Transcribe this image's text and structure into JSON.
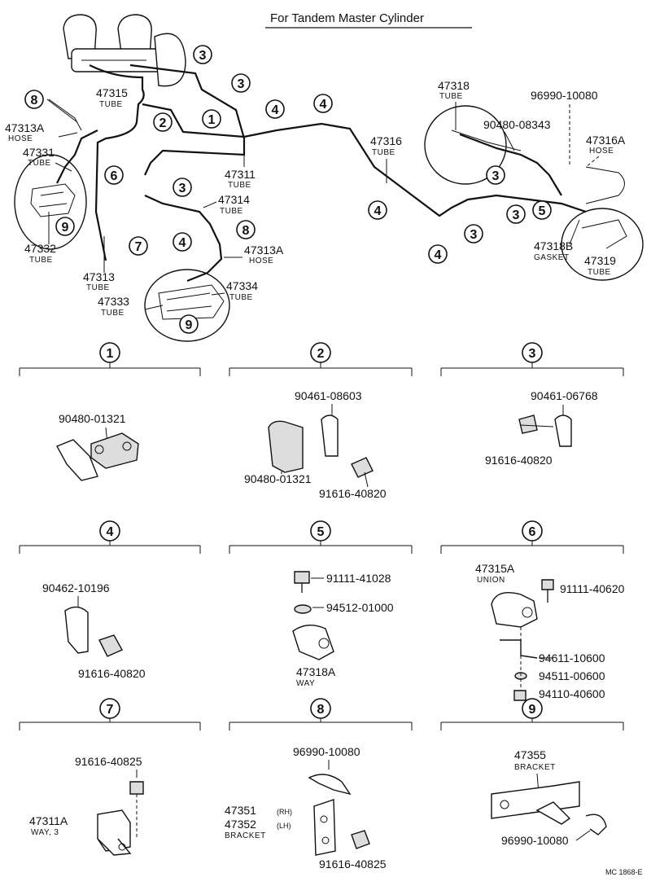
{
  "title": "For Tandem Master Cylinder",
  "footer_code": "MC 1868-E",
  "main": {
    "labels": {
      "p47315": "47315",
      "p47315_sub": "TUBE",
      "p47313A_l": "47313A",
      "p47313A_l_sub": "HOSE",
      "p47331": "47331",
      "p47331_sub": "TUBE",
      "p47332": "47332",
      "p47332_sub": "TUBE",
      "p47313": "47313",
      "p47313_sub": "TUBE",
      "p47311": "47311",
      "p47311_sub": "TUBE",
      "p47314": "47314",
      "p47314_sub": "TUBE",
      "p47313A_c": "47313A",
      "p47313A_c_sub": "HOSE",
      "p47334": "47334",
      "p47334_sub": "TUBE",
      "p47333": "47333",
      "p47333_sub": "TUBE",
      "p47316": "47316",
      "p47316_sub": "TUBE",
      "p47318": "47318",
      "p47318_sub": "TUBE",
      "p96990": "96990-10080",
      "p90480_08343": "90480-08343",
      "p47316A": "47316A",
      "p47316A_sub": "HOSE",
      "p47318B": "47318B",
      "p47318B_sub": "GASKET",
      "p47319": "47319",
      "p47319_sub": "TUBE"
    },
    "callouts": {
      "c8a": "8",
      "c3a": "3",
      "c3b": "3",
      "c2": "2",
      "c1": "1",
      "c4a": "4",
      "c4b": "4",
      "c6": "6",
      "c3c": "3",
      "c9a": "9",
      "c7": "7",
      "c4c": "4",
      "c8b": "8",
      "c9b": "9",
      "c4d": "4",
      "c4e": "4",
      "c3d": "3",
      "c3e": "3",
      "c3f": "3",
      "c5": "5"
    }
  },
  "details": {
    "d1": {
      "num": "1",
      "a": "90480-01321"
    },
    "d2": {
      "num": "2",
      "a": "90461-08603",
      "b": "90480-01321",
      "c": "91616-40820"
    },
    "d3": {
      "num": "3",
      "a": "90461-06768",
      "b": "91616-40820"
    },
    "d4": {
      "num": "4",
      "a": "90462-10196",
      "b": "91616-40820"
    },
    "d5": {
      "num": "5",
      "a": "91111-41028",
      "b": "94512-01000",
      "c": "47318A",
      "c_sub": "WAY"
    },
    "d6": {
      "num": "6",
      "a": "47315A",
      "a_sub": "UNION",
      "b": "91111-40620",
      "c": "94611-10600",
      "d": "94511-00600",
      "e": "94110-40600"
    },
    "d7": {
      "num": "7",
      "a": "91616-40825",
      "b": "47311A",
      "b_sub": "WAY, 3"
    },
    "d8": {
      "num": "8",
      "a": "96990-10080",
      "b": "47351",
      "b_rh": "(RH)",
      "c": "47352",
      "c_lh": "(LH)",
      "c_sub": "BRACKET",
      "d": "91616-40825"
    },
    "d9": {
      "num": "9",
      "a": "47355",
      "a_sub": "BRACKET",
      "b": "96990-10080"
    }
  }
}
